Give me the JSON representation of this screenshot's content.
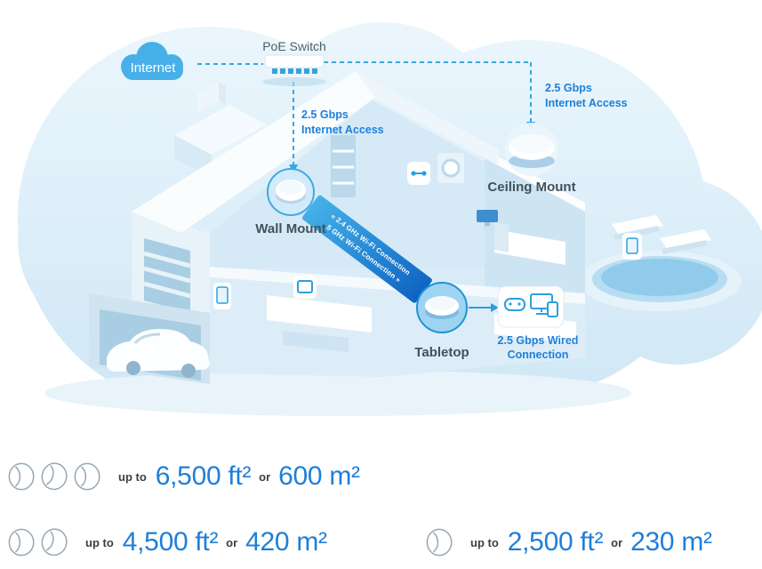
{
  "colors": {
    "accent_blue": "#1e7fd8",
    "connection_blue": "#38a7e2",
    "cloud_blue": "#47b0e8"
  },
  "diagram": {
    "internet": "Internet",
    "poe_switch": "PoE Switch",
    "access_left": {
      "line1": "2.5 Gbps",
      "line2": "Internet Access"
    },
    "access_right": {
      "line1": "2.5 Gbps",
      "line2": "Internet Access"
    },
    "wall_mount": "Wall Mount",
    "ceiling_mount": "Ceiling Mount",
    "tabletop": "Tabletop",
    "wired": {
      "line1": "2.5 Gbps Wired",
      "line2": "Connection"
    },
    "ribbon": {
      "line1": "« 2.4 GHz Wi-Fi Connection",
      "line2": "5 GHz Wi-Fi Connection »"
    }
  },
  "coverage": [
    {
      "units": 3,
      "up_to": "up to",
      "area_ft": "6,500 ft²",
      "or": "or",
      "area_m": "600 m²"
    },
    {
      "units": 2,
      "up_to": "up to",
      "area_ft": "4,500 ft²",
      "or": "or",
      "area_m": "420 m²"
    },
    {
      "units": 1,
      "up_to": "up to",
      "area_ft": "2,500 ft²",
      "or": "or",
      "area_m": "230 m²"
    }
  ]
}
